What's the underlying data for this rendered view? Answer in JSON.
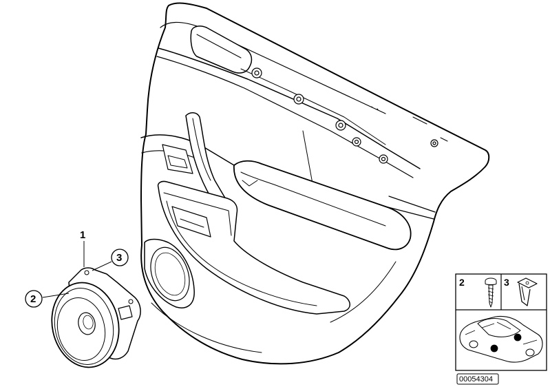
{
  "diagram": {
    "callouts": [
      {
        "id": "c1",
        "label": "1"
      },
      {
        "id": "c2",
        "label": "2"
      },
      {
        "id": "c3",
        "label": "3"
      }
    ],
    "inset_panel": {
      "part_labels": [
        "2",
        "3"
      ]
    },
    "diagram_id": "00054304"
  }
}
